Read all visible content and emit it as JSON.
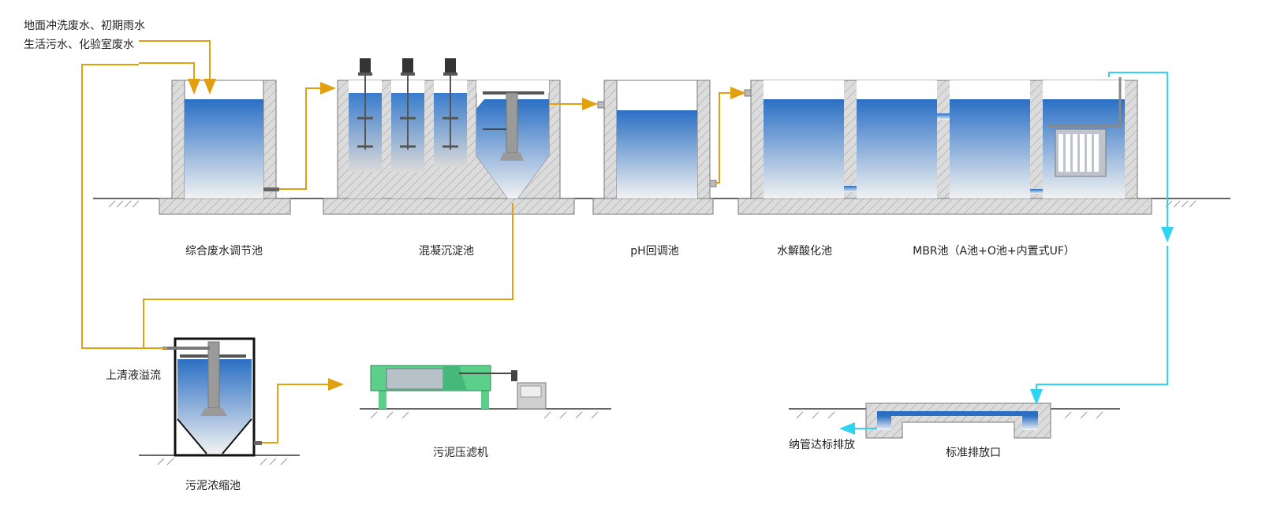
{
  "inputs": {
    "line1": "地面冲洗废水、初期雨水",
    "line2": "生活污水、化验室废水"
  },
  "units": {
    "equalization": "综合废水调节池",
    "coagulation": "混凝沉淀池",
    "ph": "pH回调池",
    "hydrolysis": "水解酸化池",
    "mbr": "MBR池（A池+O池+内置式UF）",
    "thickener": "污泥浓缩池",
    "filter_press": "污泥压滤机",
    "outfall": "标准排放口"
  },
  "annotations": {
    "supernatant": "上清液溢流",
    "discharge": "纳管达标排放"
  },
  "colors": {
    "sludge_line": "#e0a010",
    "treated_water_line": "#2fd4f0",
    "water_top": "#2a6fc4",
    "water_bottom": "#f2f2f2",
    "wall_fill": "#dcdcdc",
    "press_frame": "#5ccf8a"
  }
}
